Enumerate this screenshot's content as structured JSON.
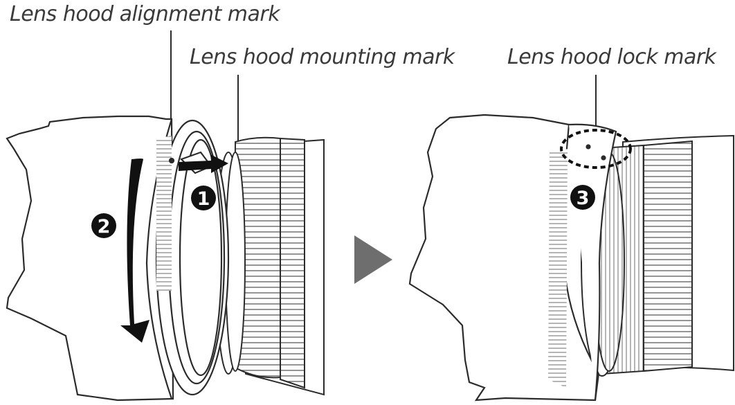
{
  "labels": {
    "alignment_mark": "Lens hood alignment mark",
    "mounting_mark": "Lens hood mounting mark",
    "lock_mark": "Lens hood lock mark"
  },
  "steps": [
    "1",
    "2",
    "3"
  ],
  "icons": {
    "next": "triangle-right-icon",
    "mount_arrow": "arrow-right-icon",
    "rotate_arrow": "arrow-down-icon"
  },
  "colors": {
    "line": "#2b2b2b",
    "arrow_fill": "#111111",
    "triangle": "#6e6e6e",
    "text": "#3a3a3a"
  }
}
